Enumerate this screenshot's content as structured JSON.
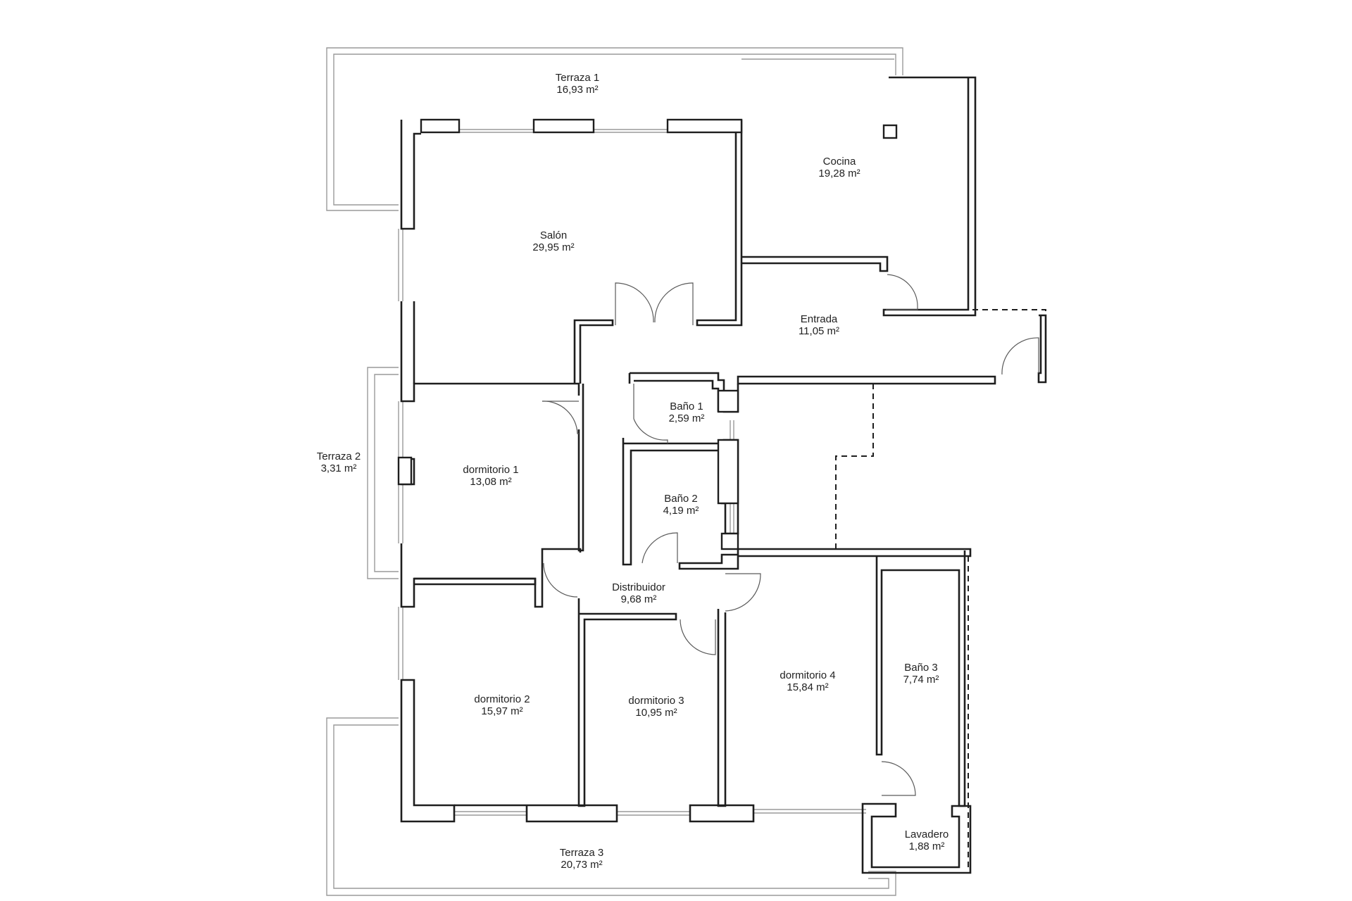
{
  "colors": {
    "wall": "#1e1e1e",
    "terrace_outline": "#9a9a9a",
    "background": "#ffffff"
  },
  "rooms": [
    {
      "name": "Terraza 1",
      "area": "16,93 m²"
    },
    {
      "name": "Cocina",
      "area": "19,28 m²"
    },
    {
      "name": "Salón",
      "area": "29,95 m²"
    },
    {
      "name": "Entrada",
      "area": "11,05 m²"
    },
    {
      "name": "Baño 1",
      "area": "2,59 m²"
    },
    {
      "name": "Terraza 2",
      "area": "3,31 m²"
    },
    {
      "name": "dormitorio 1",
      "area": "13,08 m²"
    },
    {
      "name": "Baño 2",
      "area": "4,19 m²"
    },
    {
      "name": "Distribuidor",
      "area": "9,68 m²"
    },
    {
      "name": "dormitorio 4",
      "area": "15,84 m²"
    },
    {
      "name": "Baño 3",
      "area": "7,74 m²"
    },
    {
      "name": "dormitorio 2",
      "area": "15,97 m²"
    },
    {
      "name": "dormitorio 3",
      "area": "10,95 m²"
    },
    {
      "name": "Lavadero",
      "area": "1,88 m²"
    },
    {
      "name": "Terraza 3",
      "area": "20,73 m²"
    }
  ]
}
